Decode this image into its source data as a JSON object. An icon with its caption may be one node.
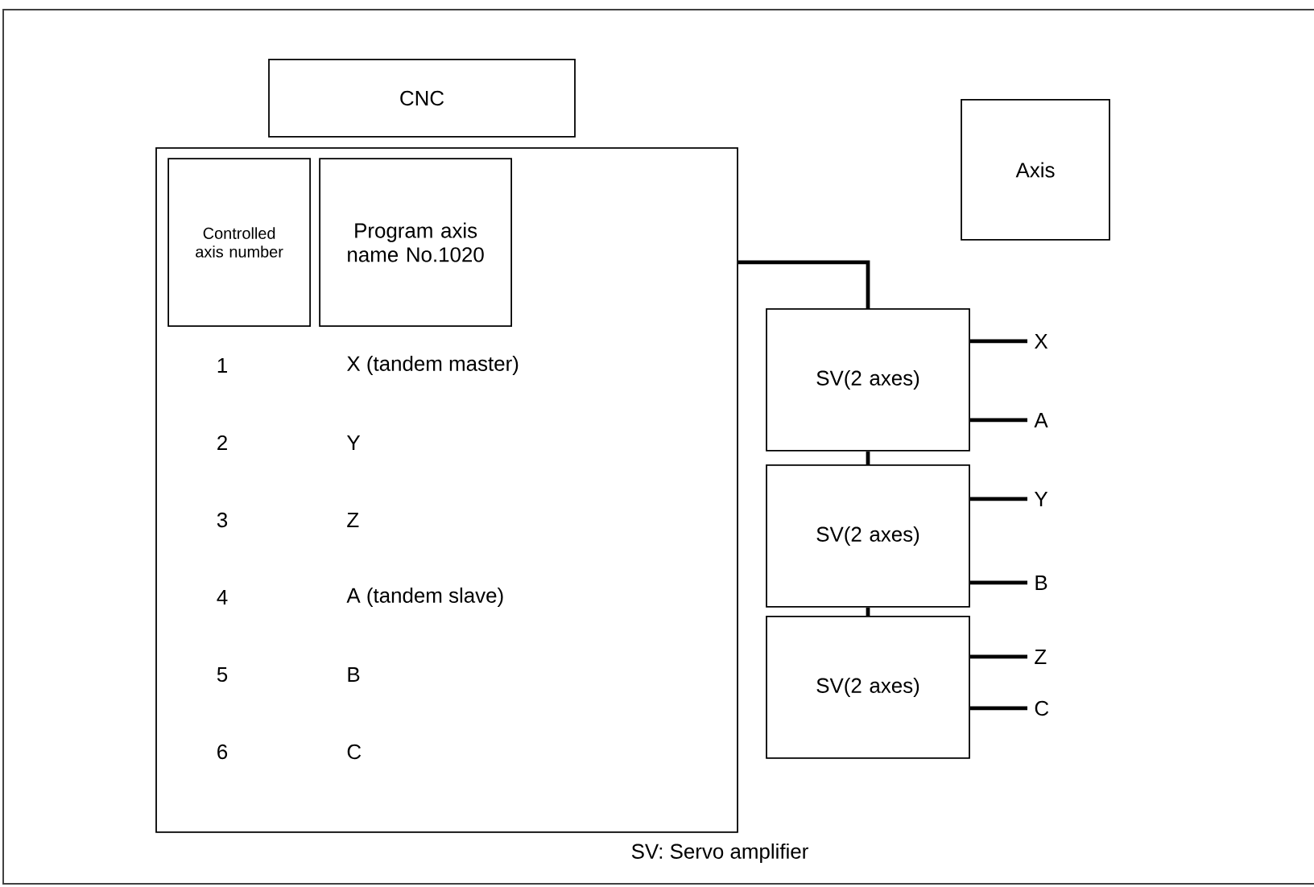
{
  "diagram": {
    "caption": "SV: Servo amplifier",
    "nodes": [
      {
        "text": [
          "CNC"
        ]
      },
      {
        "text": [],
        "shape": "box"
      },
      {
        "text": [
          "Controlled axis number"
        ],
        "in": 1
      },
      {
        "text": [
          "Program axis name No.1020"
        ],
        "in": 1
      },
      {
        "text": [
          "Axis"
        ]
      },
      {
        "text": [
          "SV(2 axes)"
        ]
      },
      {
        "text": [
          "SV(2 axes)"
        ]
      },
      {
        "text": [
          "SV(2 axes)"
        ]
      },
      {
        "text": [
          "X"
        ]
      },
      {
        "text": [
          "A"
        ]
      },
      {
        "text": [
          "Y"
        ]
      },
      {
        "text": [
          "B"
        ]
      },
      {
        "text": [
          "Z"
        ]
      },
      {
        "text": [
          "C"
        ]
      }
    ],
    "edges": [
      {
        "from": 1,
        "to": 5,
        "arrow": "none"
      },
      {
        "from": 5,
        "to": 6,
        "arrow": "none"
      },
      {
        "from": 6,
        "to": 7,
        "arrow": "none"
      },
      {
        "from": 5,
        "to": 8,
        "arrow": "none"
      },
      {
        "from": 5,
        "to": 9,
        "arrow": "none"
      },
      {
        "from": 6,
        "to": 10,
        "arrow": "none"
      },
      {
        "from": 6,
        "to": 11,
        "arrow": "none"
      },
      {
        "from": 7,
        "to": 12,
        "arrow": "none"
      },
      {
        "from": 7,
        "to": 13,
        "arrow": "none"
      }
    ],
    "labels": [
      "1",
      "X (tandem master)",
      "2",
      "Y",
      "3",
      "Z",
      "4",
      "A (tandem slave)",
      "5",
      "B",
      "6",
      "C"
    ]
  }
}
